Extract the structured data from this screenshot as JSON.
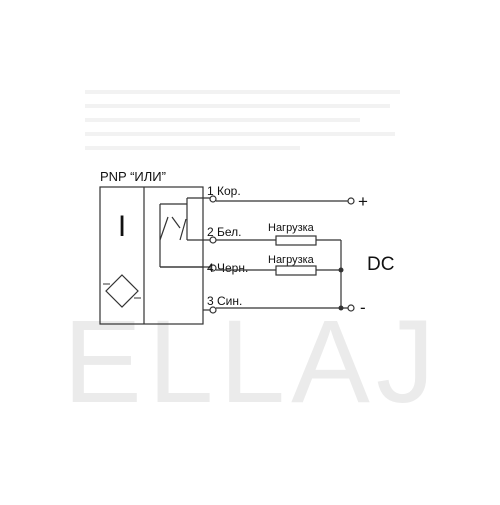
{
  "diagram": {
    "title": "PNP “ИЛИ”",
    "sensor_symbol": "I",
    "terminals": [
      "1 Кор.",
      "2 Бел.",
      "4 Черн.",
      "3 Син."
    ],
    "loads": [
      "Нагрузка",
      "Нагрузка"
    ],
    "supply_label": "DC",
    "plus_label": "+",
    "minus_label": "-",
    "watermark": "ELLAJ"
  },
  "colors": {
    "line": "#333333",
    "watermark": "#ebebeb",
    "text": "#111111"
  }
}
